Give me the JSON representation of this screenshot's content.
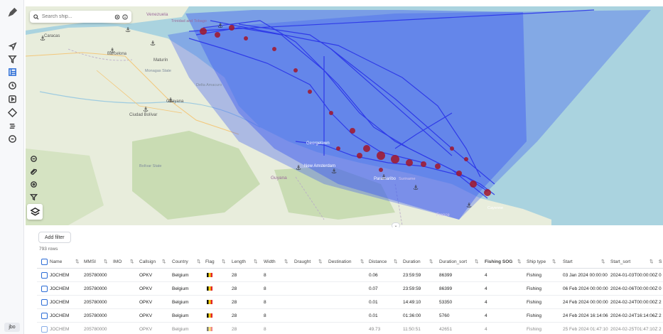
{
  "search": {
    "placeholder": "Search ship..."
  },
  "map": {
    "labels": [
      "Caracas",
      "Venezuela",
      "Barcelona",
      "Maturín",
      "Ciudad Bolívar",
      "Guayana",
      "Georgetown",
      "New Amsterdam",
      "Paramaribo",
      "Suriname",
      "Guyana",
      "France",
      "Bolívar State",
      "Monagas State",
      "Delta Amacuro",
      "Trinidad and Tobago",
      "Cayenne"
    ],
    "colors": {
      "sea": "#aad3df",
      "land": "#e8eddc",
      "forest": "#c9dcb3",
      "area_fill": "#3d5bf0",
      "track": "#2a33e8",
      "points": "#a3162a"
    }
  },
  "table": {
    "add_filter": "Add filter",
    "rows_count": "793 rows",
    "columns": [
      "Name",
      "MMSI",
      "IMO",
      "Callsign",
      "Country",
      "Flag",
      "Length",
      "Width",
      "Draught",
      "Destination",
      "Distance",
      "Duration",
      "Duration_sort",
      "Fishing SOG",
      "Ship type",
      "Start",
      "Start_sort",
      "S"
    ],
    "rows": [
      [
        "JOCHEM",
        "205780000",
        "",
        "OPKV",
        "Belgium",
        "",
        "28",
        "8",
        "",
        "",
        "0.06",
        "23:59:59",
        "86399",
        "4",
        "Fishing",
        "03 Jan 2024 00:00:00",
        "2024-01-03T00:00:00Z",
        "0"
      ],
      [
        "JOCHEM",
        "205780000",
        "",
        "OPKV",
        "Belgium",
        "",
        "28",
        "8",
        "",
        "",
        "0.07",
        "23:59:59",
        "86399",
        "4",
        "Fishing",
        "06 Feb 2024 00:00:00",
        "2024-02-06T00:00:00Z",
        "0"
      ],
      [
        "JOCHEM",
        "205780000",
        "",
        "OPKV",
        "Belgium",
        "",
        "28",
        "8",
        "",
        "",
        "0.01",
        "14:49:10",
        "53350",
        "4",
        "Fishing",
        "24 Feb 2024 00:00:00",
        "2024-02-24T00:00:00Z",
        "2"
      ],
      [
        "JOCHEM",
        "205780000",
        "",
        "OPKV",
        "Belgium",
        "",
        "28",
        "8",
        "",
        "",
        "0.01",
        "01:36:00",
        "5760",
        "4",
        "Fishing",
        "24 Feb 2024 16:14:06",
        "2024-02-24T16:14:06Z",
        "2"
      ],
      [
        "JOCHEM",
        "205780000",
        "",
        "OPKV",
        "Belgium",
        "",
        "28",
        "8",
        "",
        "",
        "49.73",
        "11:50:51",
        "42651",
        "4",
        "Fishing",
        "25 Feb 2024 01:47:10",
        "2024-02-25T01:47:10Z",
        "2"
      ]
    ]
  },
  "user": {
    "initials": "jbo"
  }
}
